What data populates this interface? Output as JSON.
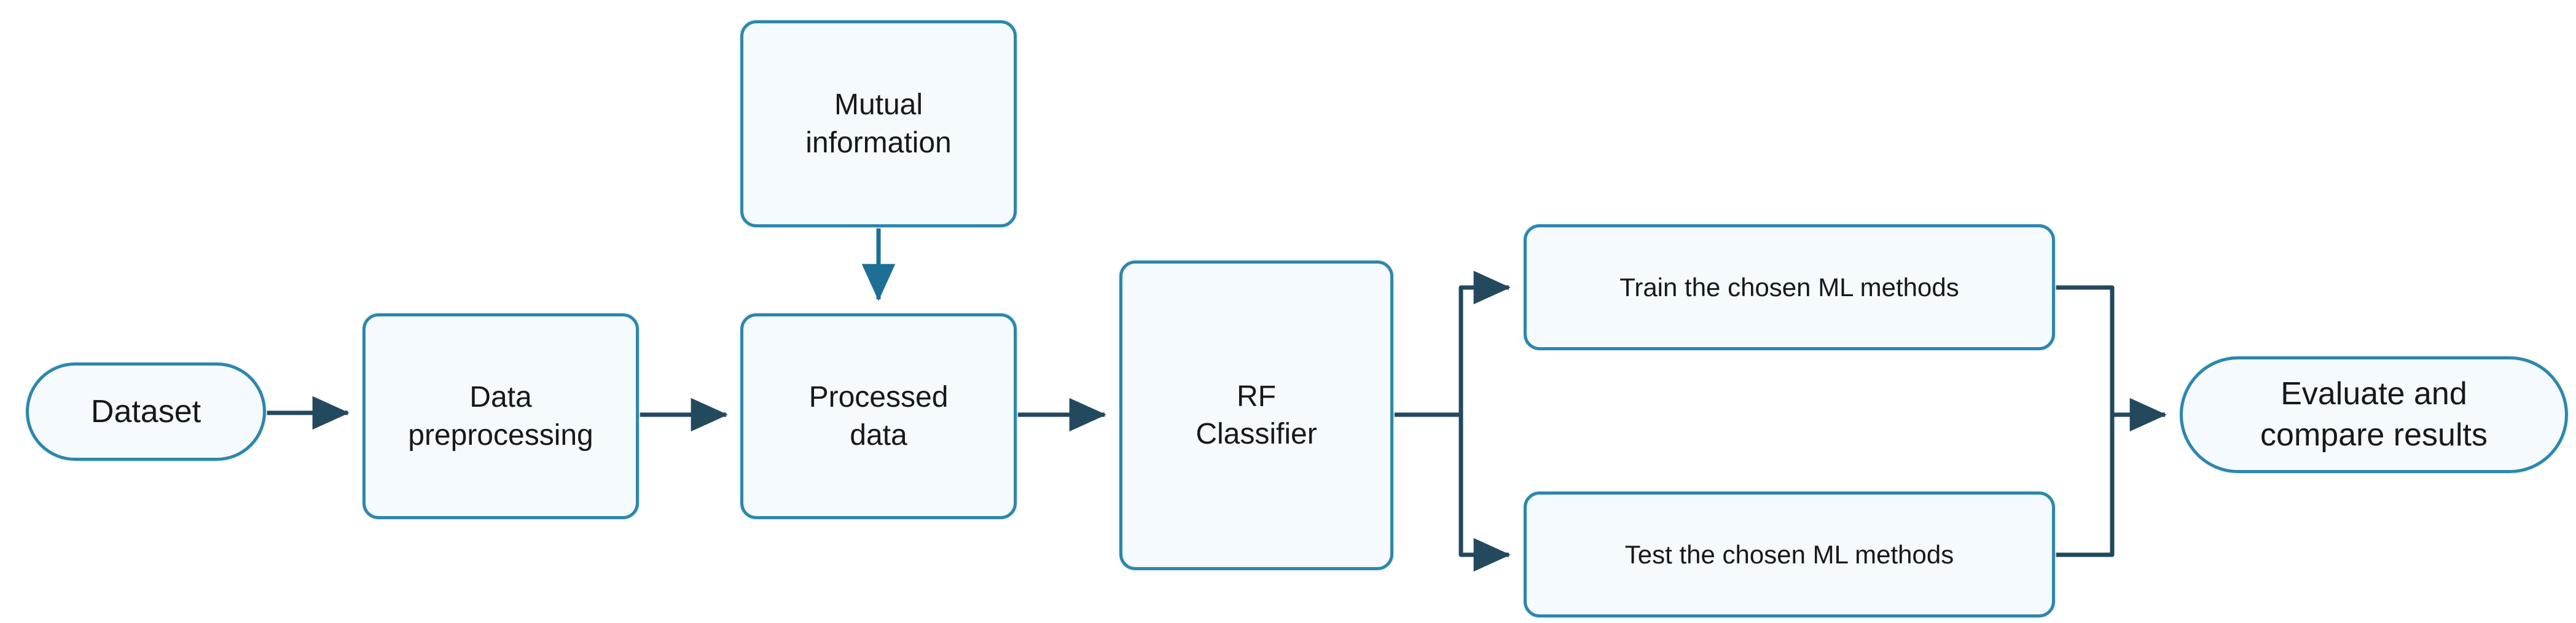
{
  "diagram": {
    "title": "Machine learning pipeline flowchart",
    "colors": {
      "node_border": "#2e86ab",
      "node_fill": "#f4fafd",
      "edge": "#23495f",
      "text": "#16191c",
      "background": "#ffffff"
    },
    "nodes": [
      {
        "id": "dataset",
        "label": "Dataset",
        "shape": "pill"
      },
      {
        "id": "preprocess",
        "label": "Data\npreprocessing",
        "shape": "rounded-rect"
      },
      {
        "id": "mutualinfo",
        "label": "Mutual\ninformation",
        "shape": "rounded-rect"
      },
      {
        "id": "processed",
        "label": "Processed\ndata",
        "shape": "rounded-rect"
      },
      {
        "id": "rf",
        "label": "RF\nClassifier",
        "shape": "rounded-rect"
      },
      {
        "id": "train",
        "label": "Train the chosen ML methods",
        "shape": "rounded-rect"
      },
      {
        "id": "test",
        "label": "Test the chosen ML methods",
        "shape": "rounded-rect"
      },
      {
        "id": "evaluate",
        "label": "Evaluate and\ncompare results",
        "shape": "pill"
      }
    ],
    "edges": [
      {
        "from": "dataset",
        "to": "preprocess",
        "style": "straight-right",
        "arrow": true
      },
      {
        "from": "preprocess",
        "to": "processed",
        "style": "straight-right",
        "arrow": true
      },
      {
        "from": "mutualinfo",
        "to": "processed",
        "style": "straight-down",
        "arrow": true
      },
      {
        "from": "processed",
        "to": "rf",
        "style": "straight-right",
        "arrow": true
      },
      {
        "from": "rf",
        "to": "train",
        "style": "elbow-up",
        "arrow": true
      },
      {
        "from": "rf",
        "to": "test",
        "style": "elbow-down",
        "arrow": true
      },
      {
        "from": "train",
        "to": "evaluate",
        "style": "elbow-merge-down",
        "arrow": true
      },
      {
        "from": "test",
        "to": "evaluate",
        "style": "elbow-merge-up",
        "arrow": true
      }
    ]
  }
}
